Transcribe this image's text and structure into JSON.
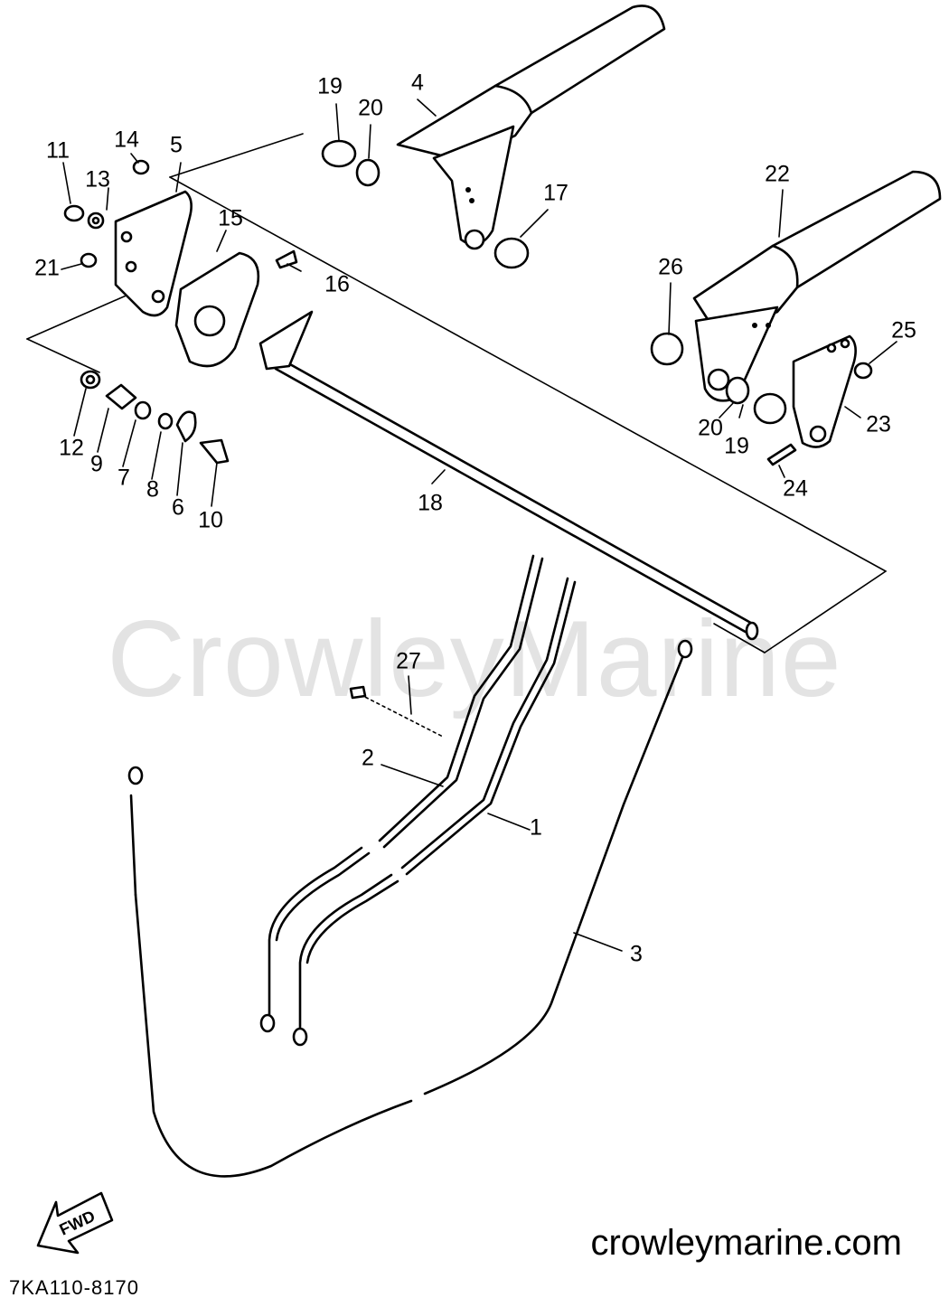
{
  "watermark": "CrowleyMarine",
  "website": "crowleymarine.com",
  "diagram_code": "7KA110-8170",
  "direction_label": "FWD",
  "part_labels": [
    "1",
    "2",
    "3",
    "4",
    "5",
    "6",
    "7",
    "8",
    "9",
    "10",
    "11",
    "12",
    "13",
    "14",
    "15",
    "16",
    "17",
    "18",
    "19",
    "20",
    "21",
    "22",
    "23",
    "24",
    "25",
    "26",
    "27",
    "19",
    "20"
  ]
}
